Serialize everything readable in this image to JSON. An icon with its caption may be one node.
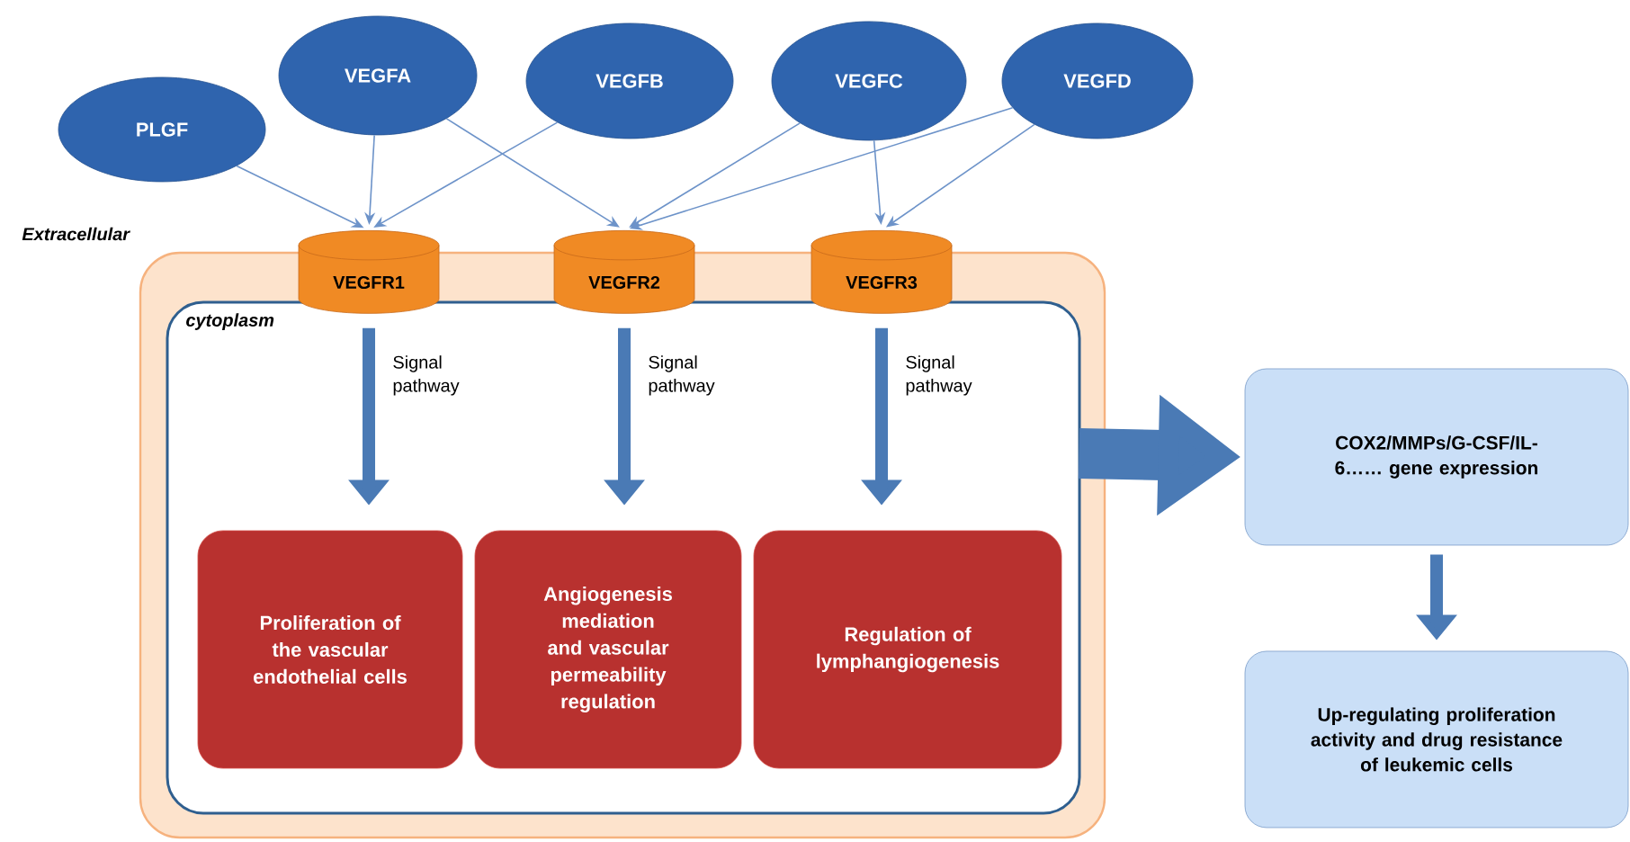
{
  "diagram": {
    "nodes": [
      {
        "text": [
          "PLGF"
        ]
      },
      {
        "text": [
          "VEGFA"
        ]
      },
      {
        "text": [
          "VEGFB"
        ]
      },
      {
        "text": [
          "VEGFC"
        ]
      },
      {
        "text": [
          "VEGFD"
        ]
      },
      {
        "text": [],
        "shape": "box"
      },
      {
        "text": [
          "cytoplasm"
        ],
        "in": 5
      },
      {
        "text": [
          "VEGFR1"
        ]
      },
      {
        "text": [
          "VEGFR2"
        ]
      },
      {
        "text": [
          "VEGFR3"
        ]
      },
      {
        "text": [
          "Proliferation of the vascular endothelial cells"
        ],
        "in": 6
      },
      {
        "text": [
          "Angiogenesis mediation and vascular permeability regulation"
        ],
        "in": 6
      },
      {
        "text": [
          "Regulation of lymphangiogenesis"
        ],
        "in": 6
      },
      {
        "text": [
          "COX2/MMPs/G-CSF/IL-6…… gene expression"
        ]
      },
      {
        "text": [
          "Up-regulating proliferation activity and drug resistance of leukemic cells"
        ]
      }
    ],
    "edges": [
      {
        "from": 0,
        "to": 7,
        "arrow": "to"
      },
      {
        "from": 1,
        "to": 7,
        "arrow": "to"
      },
      {
        "from": 1,
        "to": 8,
        "arrow": "to"
      },
      {
        "from": 2,
        "to": 7,
        "arrow": "to"
      },
      {
        "from": 3,
        "to": 8,
        "arrow": "to"
      },
      {
        "from": 3,
        "to": 9,
        "arrow": "to"
      },
      {
        "from": 4,
        "to": 8,
        "arrow": "to"
      },
      {
        "from": 4,
        "to": 9,
        "arrow": "to"
      },
      {
        "from": 7,
        "to": 10,
        "arrow": "to",
        "label": "Signal pathway",
        "style": "thick"
      },
      {
        "from": 8,
        "to": 11,
        "arrow": "to",
        "label": "Signal pathway",
        "style": "thick"
      },
      {
        "from": 9,
        "to": 12,
        "arrow": "to",
        "label": "Signal pathway",
        "style": "thick"
      },
      {
        "from": 6,
        "to": 13,
        "arrow": "to",
        "style": "thick"
      },
      {
        "from": 13,
        "to": 14,
        "arrow": "to",
        "style": "thick"
      }
    ],
    "labels": [
      "Extracellular"
    ]
  }
}
